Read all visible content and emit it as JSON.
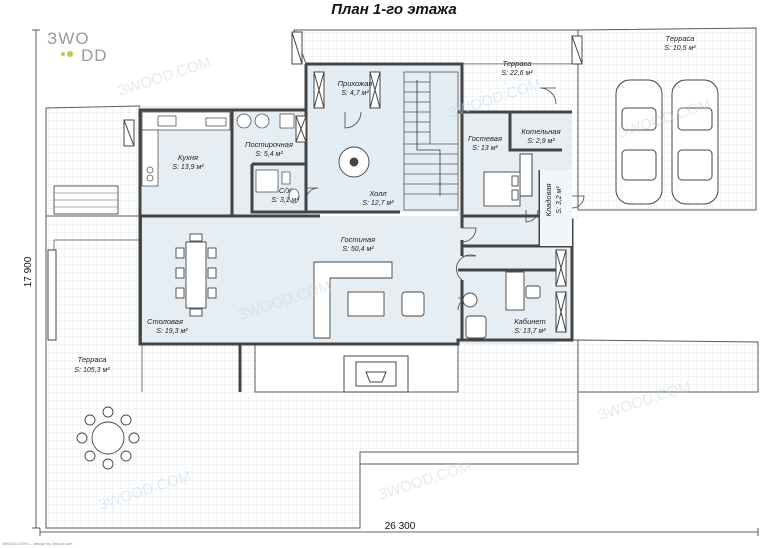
{
  "title": "План 1-го этажа",
  "logo": {
    "top": "ЗWO",
    "bottom": "DD",
    "ring": "O"
  },
  "watermark": "ЗWOOD.COM",
  "footer": "3WOOD.COM — design by 3wood.com",
  "dimensions": {
    "width": "26 300",
    "height": "17 900"
  },
  "colors": {
    "wall": "#444444",
    "floor": "#dde9f0",
    "grid": "#c7d7e0",
    "outline": "#5a5a5a"
  },
  "rooms": [
    {
      "name": "Терраса",
      "area": "S: 10,5 м²"
    },
    {
      "name": "Прихожая",
      "area": "S: 4,7 м²"
    },
    {
      "name": "Терраса",
      "area": "S: 22,6 м²"
    },
    {
      "name": "Котельная",
      "area": "S: 2,9 м²"
    },
    {
      "name": "Гостевая",
      "area": "S: 13 м²"
    },
    {
      "name": "Кухня",
      "area": "S: 13,9 м²"
    },
    {
      "name": "Постирочная",
      "area": "S: 5,4 м²"
    },
    {
      "name": "С/У",
      "area": "S: 3,1 м²"
    },
    {
      "name": "Холл",
      "area": "S: 12,7 м²"
    },
    {
      "name": "Кладовая",
      "area": "S: 3,2 м²"
    },
    {
      "name": "Гостиная",
      "area": "S: 50,4 м²"
    },
    {
      "name": "Столовая",
      "area": "S: 19,3 м²"
    },
    {
      "name": "Кабинет",
      "area": "S: 13,7 м²"
    },
    {
      "name": "Терраса",
      "area": "S: 105,3 м²"
    }
  ]
}
